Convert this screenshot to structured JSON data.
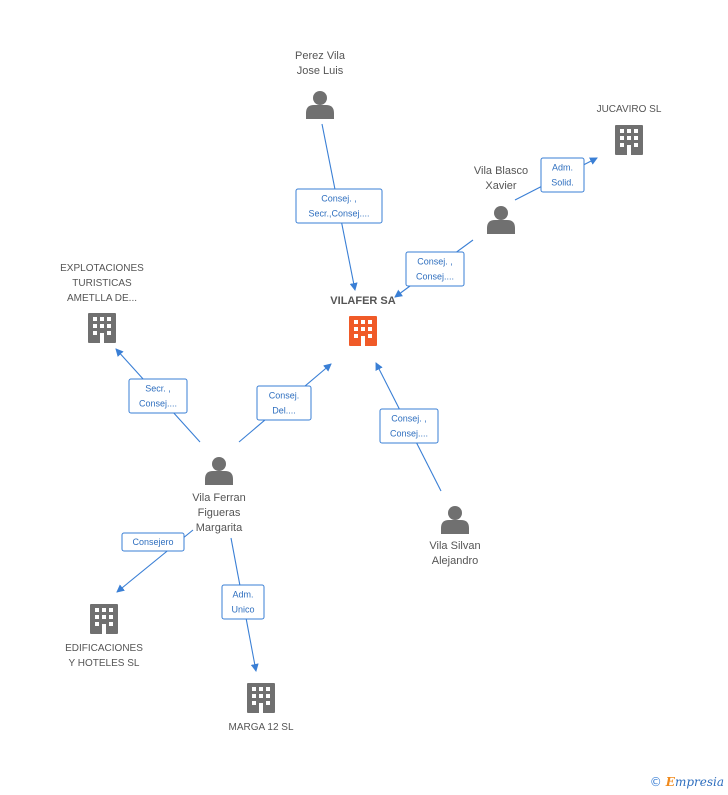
{
  "colors": {
    "edge": "#3a7fd5",
    "edge_text": "#2f6fbf",
    "node_gray": "#707070",
    "main_company": "#f05a28",
    "label": "#555555"
  },
  "nodes": [
    {
      "id": "vilafer",
      "type": "company",
      "main": true,
      "label": [
        "VILAFER SA"
      ],
      "icon": "building-icon"
    },
    {
      "id": "perez",
      "type": "person",
      "label": [
        "Perez Vila",
        "Jose Luis"
      ],
      "icon": "person-icon"
    },
    {
      "id": "jucaviro",
      "type": "company",
      "label": [
        "JUCAVIRO SL"
      ],
      "icon": "building-icon"
    },
    {
      "id": "blasco",
      "type": "person",
      "label": [
        "Vila Blasco",
        "Xavier"
      ],
      "icon": "person-icon"
    },
    {
      "id": "explotaciones",
      "type": "company",
      "label": [
        "EXPLOTACIONES",
        "TURISTICAS",
        "AMETLLA DE..."
      ],
      "icon": "building-icon"
    },
    {
      "id": "ferran",
      "type": "person",
      "label": [
        "Vila Ferran",
        "Figueras",
        "Margarita"
      ],
      "icon": "person-icon"
    },
    {
      "id": "silvan",
      "type": "person",
      "label": [
        "Vila Silvan",
        "Alejandro"
      ],
      "icon": "person-icon"
    },
    {
      "id": "edificaciones",
      "type": "company",
      "label": [
        "EDIFICACIONES",
        "Y HOTELES SL"
      ],
      "icon": "building-icon"
    },
    {
      "id": "marga",
      "type": "company",
      "label": [
        "MARGA 12 SL"
      ],
      "icon": "building-icon"
    }
  ],
  "edges": [
    {
      "from": "perez",
      "to": "vilafer",
      "label": [
        "Consej. ,",
        "Secr.,Consej...."
      ]
    },
    {
      "from": "blasco",
      "to": "jucaviro",
      "label": [
        "Adm.",
        "Solid."
      ]
    },
    {
      "from": "blasco",
      "to": "vilafer",
      "label": [
        "Consej. ,",
        "Consej...."
      ]
    },
    {
      "from": "ferran",
      "to": "explotaciones",
      "label": [
        "Secr. ,",
        "Consej...."
      ]
    },
    {
      "from": "ferran",
      "to": "vilafer",
      "label": [
        "Consej.",
        "Del...."
      ]
    },
    {
      "from": "silvan",
      "to": "vilafer",
      "label": [
        "Consej. ,",
        "Consej...."
      ]
    },
    {
      "from": "ferran",
      "to": "edificaciones",
      "label": [
        "Consejero"
      ]
    },
    {
      "from": "ferran",
      "to": "marga",
      "label": [
        "Adm.",
        "Unico"
      ]
    }
  ],
  "watermark": {
    "symbol": "©",
    "brand_initial": "E",
    "brand_rest": "mpresia"
  }
}
